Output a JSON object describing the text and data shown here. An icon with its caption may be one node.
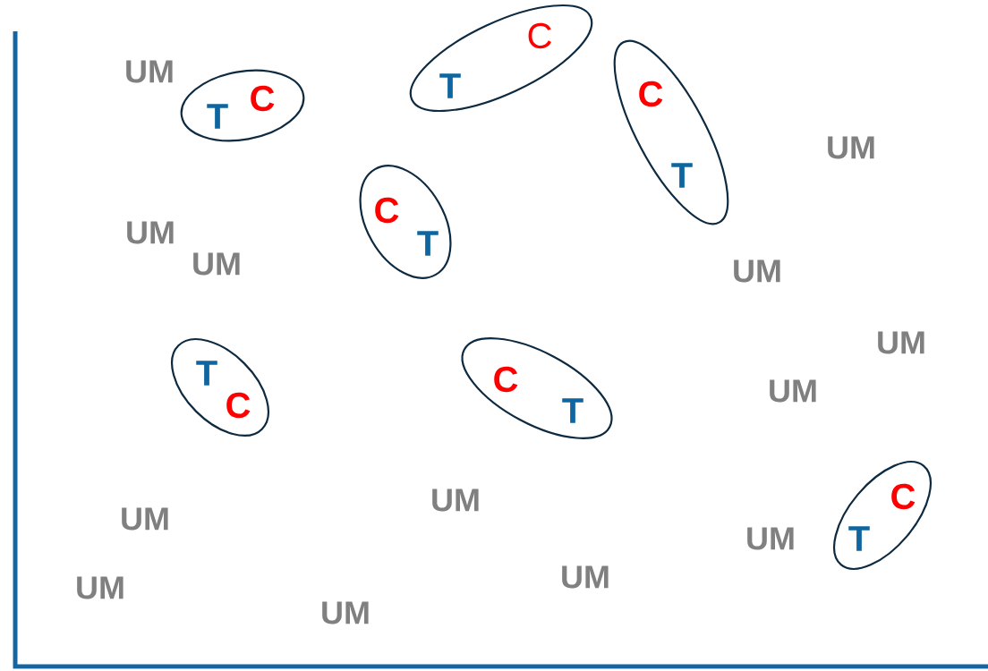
{
  "diagram": {
    "nodes": [
      {
        "text": [
          "C",
          "T"
        ]
      },
      {
        "text": [
          "C",
          "T"
        ]
      },
      {
        "text": [
          "C",
          "T"
        ]
      },
      {
        "text": [
          "C",
          "T"
        ]
      },
      {
        "text": [
          "T",
          "C"
        ]
      },
      {
        "text": [
          "C",
          "T"
        ]
      },
      {
        "text": [
          "C",
          "T"
        ]
      }
    ],
    "labels": [
      "UM",
      "UM",
      "UM",
      "UM",
      "UM",
      "UM",
      "UM",
      "UM",
      "UM",
      "UM",
      "UM",
      "UM",
      "UM"
    ]
  }
}
